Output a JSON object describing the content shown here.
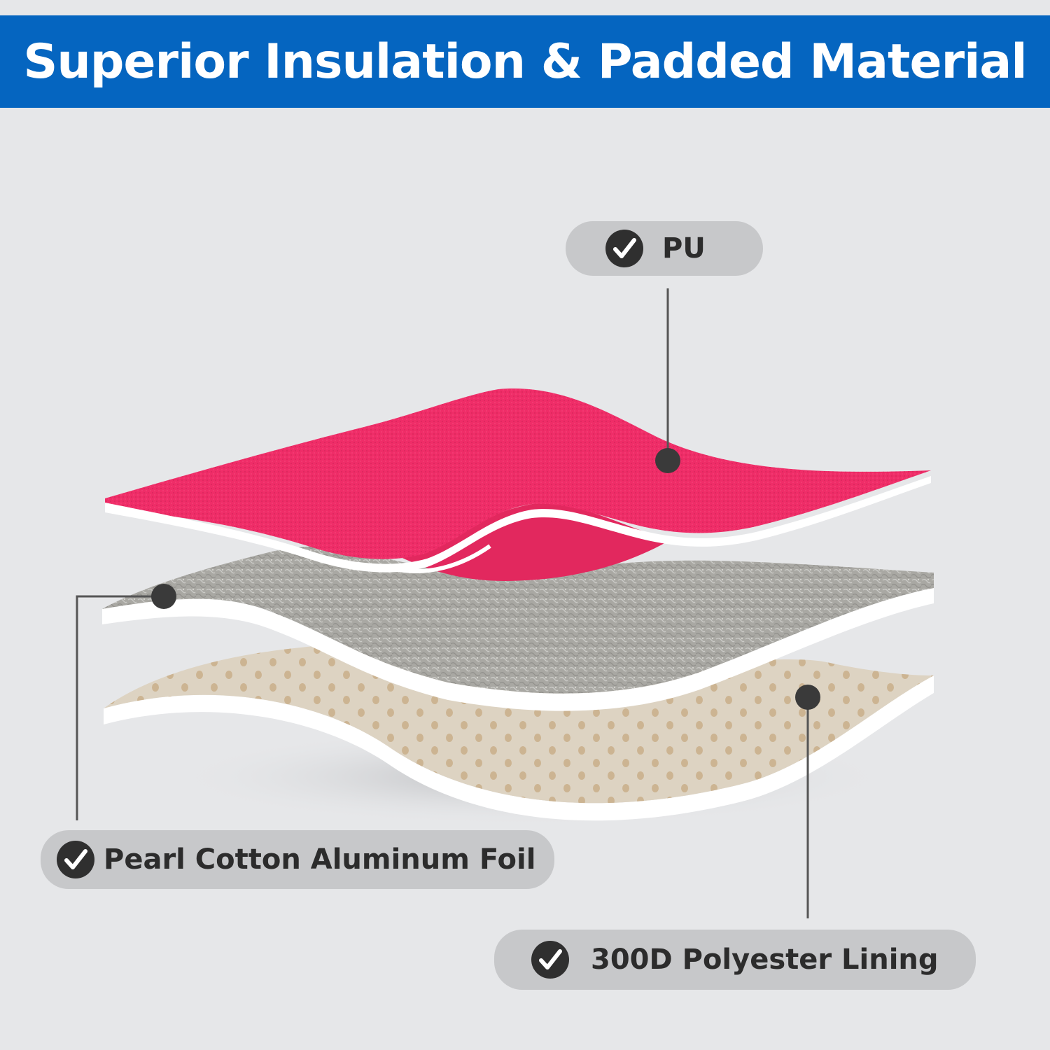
{
  "header": {
    "title": "Superior Insulation & Padded Material",
    "background_color": "#0565c0",
    "text_color": "#ffffff"
  },
  "callouts": [
    {
      "id": "pu",
      "label": "PU",
      "icon": "check-circle-icon"
    },
    {
      "id": "foil",
      "label": "Pearl Cotton Aluminum Foil",
      "icon": "check-circle-icon"
    },
    {
      "id": "lining",
      "label": "300D Polyester Lining",
      "icon": "check-circle-icon"
    }
  ],
  "layers": {
    "top_color": "#ef2d68",
    "middle_color": "#a9a8a3",
    "bottom_color": "#ddd3c2",
    "dot_color": "#c6a982",
    "edge_color": "#ffffff"
  }
}
